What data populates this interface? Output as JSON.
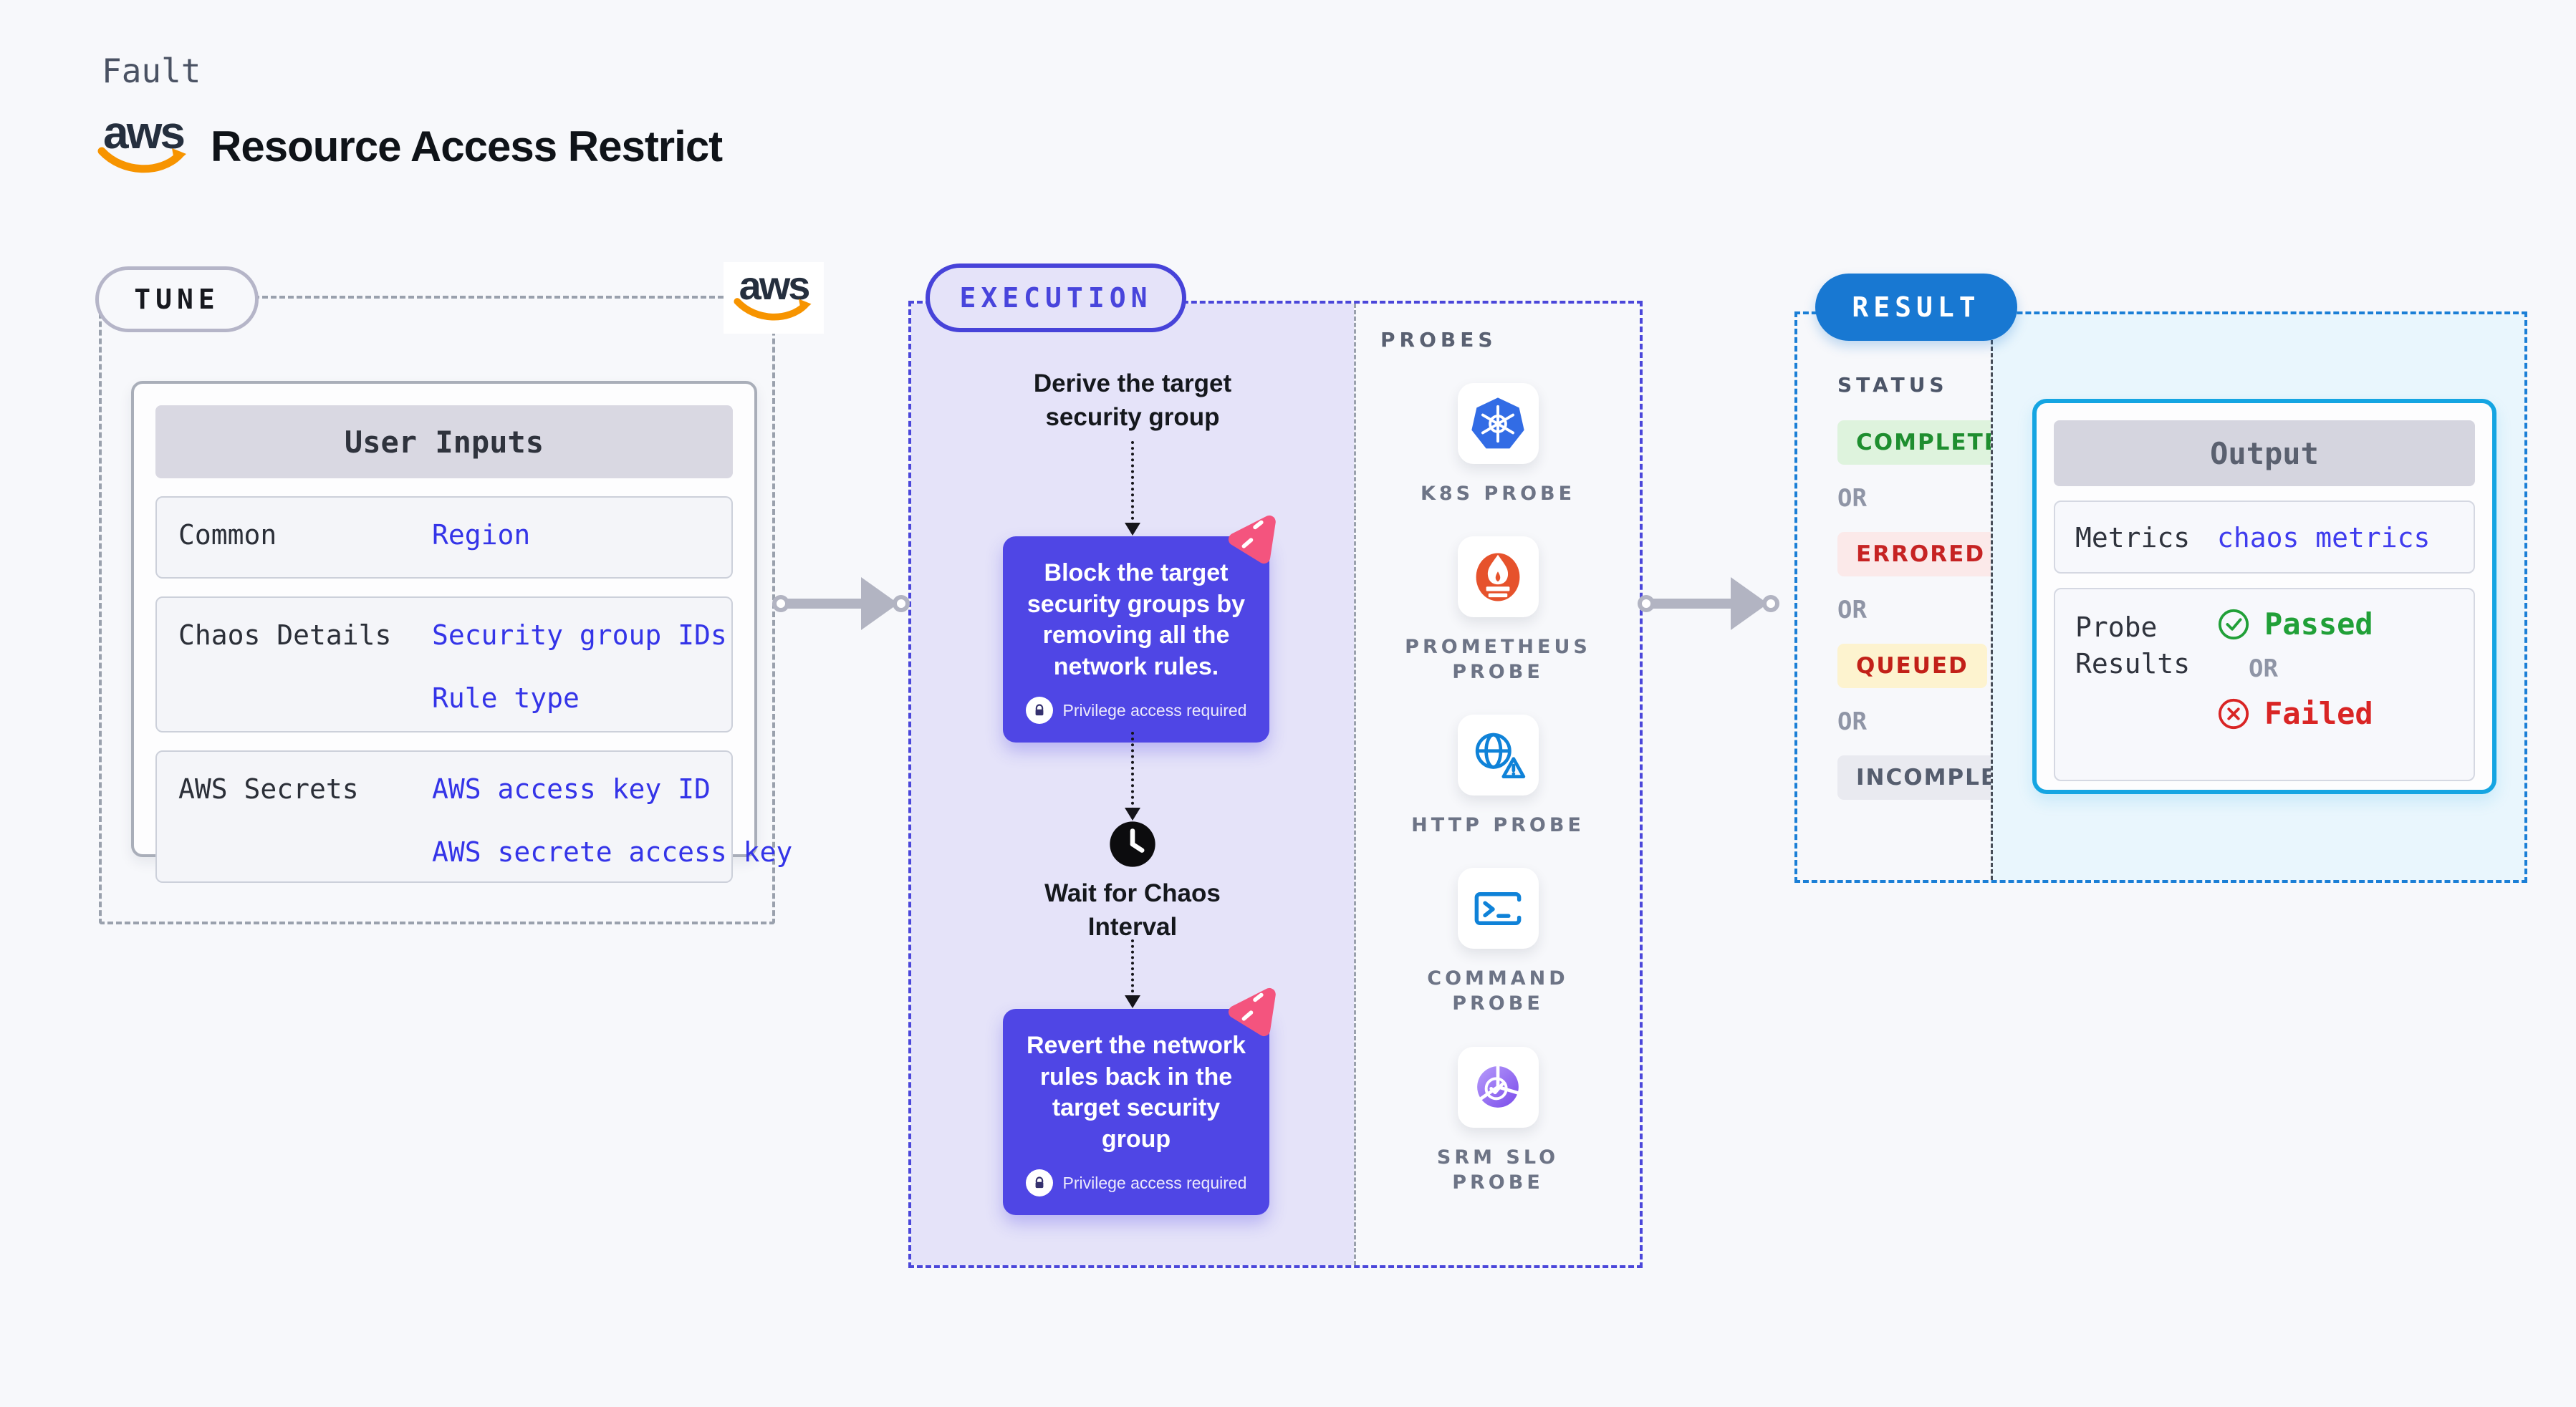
{
  "header": {
    "eyebrow": "Fault",
    "aws_wordmark": "aws",
    "title": "Resource Access Restrict"
  },
  "tune": {
    "badge": "TUNE",
    "card_title": "User Inputs",
    "rows": [
      {
        "label": "Common",
        "values": [
          "Region"
        ]
      },
      {
        "label": "Chaos Details",
        "values": [
          "Security group IDs",
          "Rule type"
        ]
      },
      {
        "label": "AWS Secrets",
        "values": [
          "AWS access key ID",
          "AWS secrete access key"
        ]
      }
    ]
  },
  "execution": {
    "badge": "EXECUTION",
    "step_derive": "Derive the target security group",
    "block_inject": "Block the target security groups by removing all the network rules.",
    "privilege_note": "Privilege access required",
    "wait_step": "Wait for Chaos Interval",
    "block_revert": "Revert the network rules back in the target security group",
    "probes": {
      "heading": "PROBES",
      "items": [
        {
          "label": "K8S PROBE",
          "icon": "kubernetes-icon"
        },
        {
          "label": "PROMETHEUS PROBE",
          "icon": "prometheus-icon"
        },
        {
          "label": "HTTP PROBE",
          "icon": "http-globe-warning-icon"
        },
        {
          "label": "COMMAND PROBE",
          "icon": "terminal-icon"
        },
        {
          "label": "SRM SLO PROBE",
          "icon": "srm-slo-donut-check-icon"
        }
      ]
    }
  },
  "result": {
    "badge": "RESULT",
    "status_heading": "STATUS",
    "or_label": "OR",
    "statuses": [
      {
        "label": "COMPLETED",
        "fg": "#1e8e2f",
        "bg": "#def3dd"
      },
      {
        "label": "ERRORED",
        "fg": "#c62323",
        "bg": "#fbe9e9"
      },
      {
        "label": "QUEUED",
        "fg": "#c22018",
        "bg": "#fdf3cf"
      },
      {
        "label": "INCOMPLETED",
        "fg": "#555d6e",
        "bg": "#e9eaf0"
      }
    ],
    "output": {
      "title": "Output",
      "metrics_label": "Metrics",
      "metrics_value": "chaos metrics",
      "probe_results_label": "Probe Results",
      "passed_label": "Passed",
      "failed_label": "Failed"
    }
  },
  "colors": {
    "accent_indigo": "#4f46e5",
    "execution_bg": "#e5e3f9",
    "result_blue": "#1878d2",
    "output_border": "#15a5e2",
    "output_panel_bg": "#e9f6fd",
    "litmus_pink": "#f4547e",
    "passed_green": "#21a038",
    "failed_red": "#d92525",
    "value_blue": "#3f3cee"
  }
}
